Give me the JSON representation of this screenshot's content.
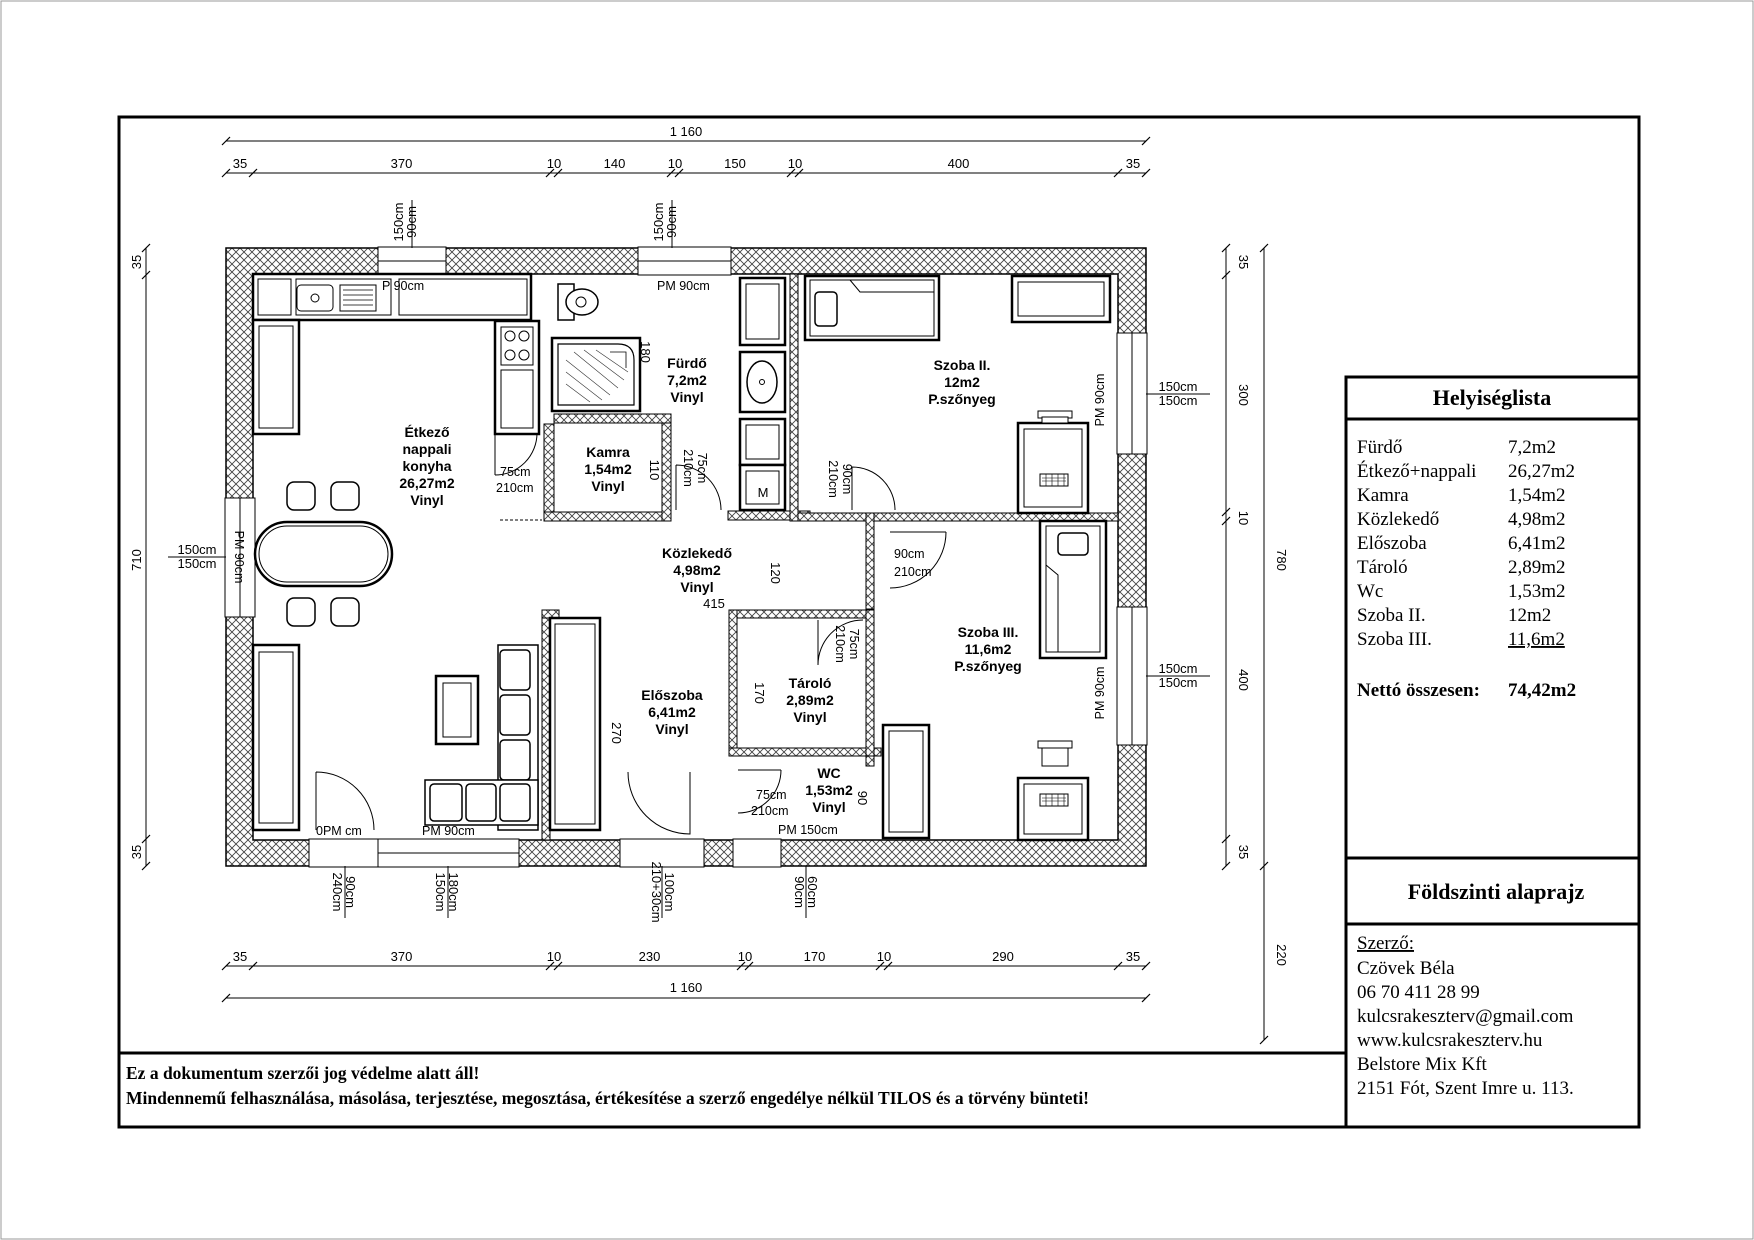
{
  "rooms": {
    "etkezo": {
      "name_lines": [
        "Étkező",
        "nappali",
        "konyha"
      ],
      "area": "26,27m2",
      "floor": "Vinyl"
    },
    "furdo": {
      "name": "Fürdő",
      "area": "7,2m2",
      "floor": "Vinyl"
    },
    "kamra": {
      "name": "Kamra",
      "area": "1,54m2",
      "floor": "Vinyl"
    },
    "szoba2": {
      "name": "Szoba II.",
      "area": "12m2",
      "floor": "P.szőnyeg"
    },
    "kozlekedo": {
      "name": "Közlekedő",
      "area": "4,98m2",
      "floor": "Vinyl"
    },
    "szoba3": {
      "name": "Szoba III.",
      "area": "11,6m2",
      "floor": "P.szőnyeg"
    },
    "eloszoba": {
      "name": "Előszoba",
      "area": "6,41m2",
      "floor": "Vinyl"
    },
    "tarolo": {
      "name": "Tároló",
      "area": "2,89m2",
      "floor": "Vinyl"
    },
    "wc": {
      "name": "WC",
      "area": "1,53m2",
      "floor": "Vinyl"
    }
  },
  "dimensions": {
    "top_total": "1 160",
    "top_segments": [
      "35",
      "370",
      "10",
      "140",
      "10",
      "150",
      "10",
      "400",
      "35"
    ],
    "bottom_total": "1 160",
    "bottom_segments": [
      "35",
      "370",
      "10",
      "230",
      "10",
      "170",
      "10",
      "290",
      "35"
    ],
    "left_segments": [
      "35",
      "710",
      "35"
    ],
    "right_segments": [
      "35",
      "300",
      "10",
      "400",
      "35"
    ],
    "right_total": "780",
    "right_extra": "220",
    "inner": {
      "d180": "180",
      "d110": "110",
      "d120": "120",
      "d415": "415",
      "d170": "170",
      "d270": "270",
      "d90": "90"
    }
  },
  "openings": {
    "win_top_left": {
      "a": "90cm",
      "b": "150cm"
    },
    "win_top_mid": {
      "a": "90cm",
      "b": "150cm"
    },
    "win_right_top": {
      "a": "150cm",
      "b": "150cm"
    },
    "win_right_bottom": {
      "a": "150cm",
      "b": "150cm"
    },
    "win_left": {
      "a": "150cm",
      "b": "150cm"
    },
    "door_bottom_1": {
      "a": "90cm",
      "b": "240cm"
    },
    "door_bottom_2": {
      "a": "180cm",
      "b": "150cm"
    },
    "door_bottom_3": {
      "a": "100cm",
      "b": "210+30cm"
    },
    "door_bottom_4": {
      "a": "60cm",
      "b": "90cm"
    },
    "pm_kitchen": "P  90cm",
    "pm_bath": "PM 90cm",
    "pm_szoba2": "PM 90cm",
    "pm_szoba3": "PM 90cm",
    "pm_left": "PM 90cm",
    "pm_bottom_left": "0PM cm",
    "pm_bottom_mid": "PM 90cm",
    "pm_wc": "PM 150cm",
    "door_kitchen": {
      "a": "75cm",
      "b": "210cm"
    },
    "door_kamra": {
      "a": "75cm",
      "b": "210cm"
    },
    "door_szoba2": {
      "a": "90cm",
      "b": "210cm"
    },
    "door_szoba3": {
      "a": "90cm",
      "b": "210cm"
    },
    "door_tarolo": {
      "a": "75cm",
      "b": "210cm"
    },
    "door_wc": {
      "a": "75cm",
      "b": "210cm"
    },
    "washer": "M"
  },
  "room_list": {
    "title": "Helyiséglista",
    "items": [
      {
        "name": "Fürdő",
        "area": "7,2m2"
      },
      {
        "name": "Étkező+nappali",
        "area": "26,27m2"
      },
      {
        "name": "Kamra",
        "area": "1,54m2"
      },
      {
        "name": "Közlekedő",
        "area": "4,98m2"
      },
      {
        "name": "Előszoba",
        "area": "6,41m2"
      },
      {
        "name": "Tároló",
        "area": "2,89m2"
      },
      {
        "name": "Wc",
        "area": "1,53m2"
      },
      {
        "name": "Szoba II.",
        "area": "12m2"
      },
      {
        "name": "Szoba III.",
        "area": "11,6m2"
      }
    ],
    "total_label": "Nettó összesen:",
    "total_value": "74,42m2"
  },
  "title_block": {
    "title": "Földszinti alaprajz"
  },
  "author": {
    "label": "Szerző:",
    "lines": [
      "Czövek Béla",
      "06 70 411 28 99",
      "kulcsrakeszterv@gmail.com",
      "www.kulcsrakeszterv.hu",
      "Belstore Mix Kft",
      "2151 Fót, Szent Imre u. 113."
    ]
  },
  "copyright": {
    "line1": "Ez a dokumentum szerzői jog védelme alatt áll!",
    "line2": "Mindennemű felhasználása, másolása, terjesztése, megosztása, értékesítése a szerző engedélye nélkül TILOS és a törvény bünteti!"
  }
}
